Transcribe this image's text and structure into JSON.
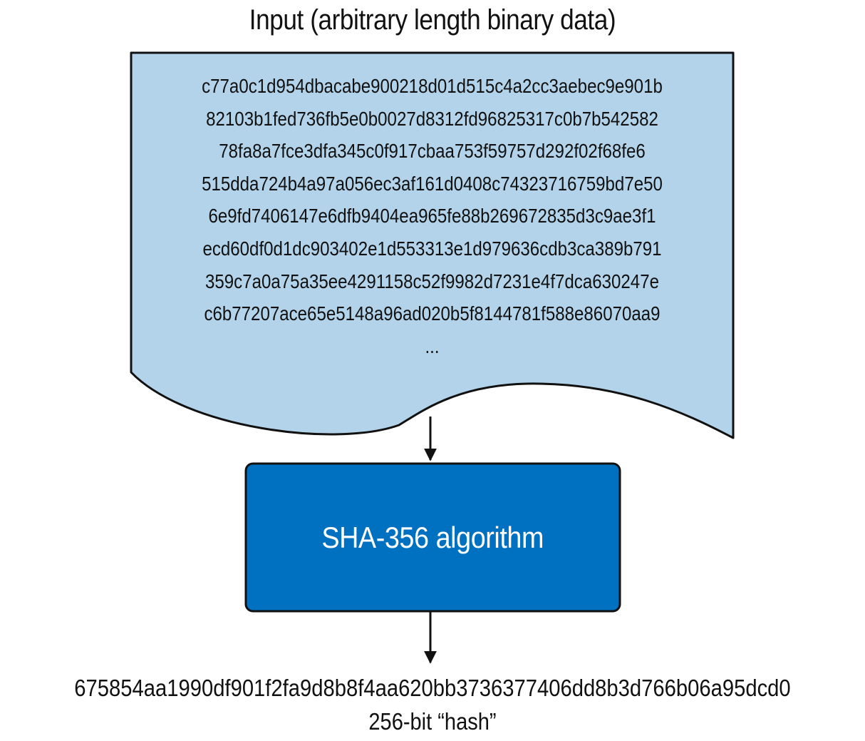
{
  "title": "Input (arbitrary length binary data)",
  "input": {
    "lines": [
      "c77a0c1d954dbacabe900218d01d515c4a2cc3aebec9e901b",
      "82103b1fed736fb5e0b0027d8312fd96825317c0b7b542582",
      "78fa8a7fce3dfa345c0f917cbaa753f59757d292f02f68fe6",
      "515dda724b4a97a056ec3af161d0408c74323716759bd7e50",
      "6e9fd7406147e6dfb9404ea965fe88b269672835d3c9ae3f1",
      "ecd60df0d1dc903402e1d553313e1d979636cdb3ca389b791",
      "359c7a0a75a35ee4291158c52f9982d7231e4f7dca630247e",
      "c6b77207ace65e5148a96ad020b5f8144781f588e86070aa9",
      "..."
    ]
  },
  "process": {
    "label": "SHA-356 algorithm"
  },
  "output": {
    "hash": "675854aa1990df901f2fa9d8b8f4aa620bb3736377406dd8b3d766b06a95dcd0",
    "label": "256-bit “hash”"
  },
  "colors": {
    "document_fill": "#b2d3ea",
    "process_fill": "#0070c0",
    "stroke": "#111111"
  }
}
